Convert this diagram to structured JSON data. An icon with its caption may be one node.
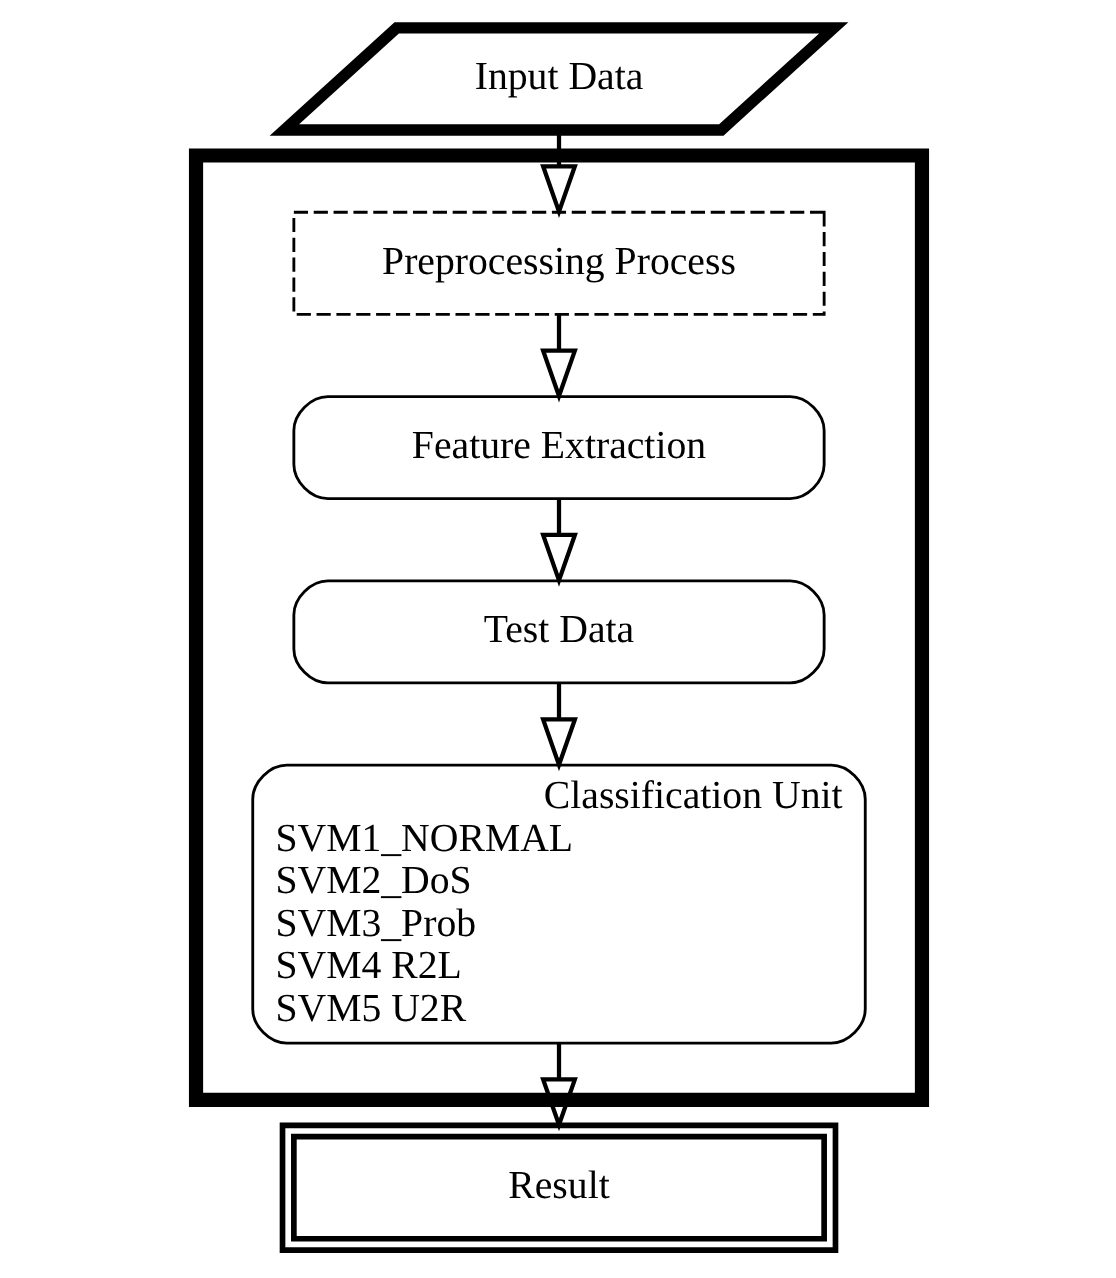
{
  "diagram": {
    "nodes": [
      {
        "text": [
          "Input Data"
        ]
      },
      {
        "text": [],
        "shape": "box"
      },
      {
        "text": [
          "Preprocessing Process"
        ],
        "in": 1
      },
      {
        "text": [
          "Feature Extraction"
        ],
        "in": 1
      },
      {
        "text": [
          "Test Data"
        ],
        "in": 1
      },
      {
        "text": [
          "Classification Unit",
          "SVM1_NORMAL",
          "SVM2_DoS",
          "SVM3_Prob",
          "SVM4 R2L",
          "SVM5 U2R"
        ],
        "in": 1
      },
      {
        "text": [
          "Result"
        ]
      }
    ],
    "edges": [
      {
        "from": 0,
        "to": 2,
        "arrow": "to"
      },
      {
        "from": 2,
        "to": 3,
        "arrow": "to"
      },
      {
        "from": 3,
        "to": 4,
        "arrow": "to"
      },
      {
        "from": 4,
        "to": 5,
        "arrow": "to"
      },
      {
        "from": 5,
        "to": 6,
        "arrow": "to"
      }
    ]
  }
}
